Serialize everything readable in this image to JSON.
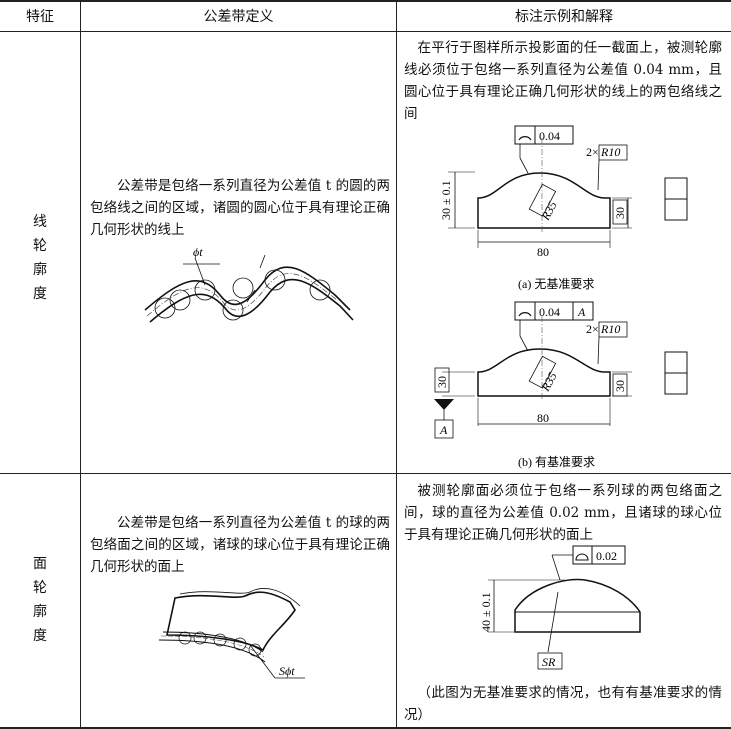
{
  "header": {
    "feature": "特征",
    "definition": "公差带定义",
    "example": "标注示例和解释"
  },
  "rows": [
    {
      "feature_chars": [
        "线",
        "轮",
        "廓",
        "度"
      ],
      "definition": "公差带是包络一系列直径为公差值 t 的圆的两包络线之间的区域，诸圆的圆心位于具有理论正确几何形状的线上",
      "fig_label_phi_t": "ϕt",
      "explanation": "在平行于图样所示投影面的任一截面上，被测轮廓线必须位于包络一系列直径为公差值 0.04 mm，且圆心位于具有理论正确几何形状的线上的两包络线之间",
      "fig_a": {
        "tolerance": "0.04",
        "radius_count": "2×",
        "radius_label": "R10",
        "r35": "R35",
        "height_dim": "30 ± 0.1",
        "right_dim": "30",
        "width_dim": "80",
        "caption": "(a) 无基准要求"
      },
      "fig_b": {
        "tolerance": "0.04",
        "datum": "A",
        "radius_count": "2×",
        "radius_label": "R10",
        "r35": "R35",
        "left_dim": "30",
        "right_dim": "30",
        "width_dim": "80",
        "datum_box": "A",
        "caption": "(b) 有基准要求"
      }
    },
    {
      "feature_chars": [
        "面",
        "轮",
        "廓",
        "度"
      ],
      "definition": "公差带是包络一系列直径为公差值 t 的球的两包络面之间的区域，诸球的球心位于具有理论正确几何形状的面上",
      "fig_label_s_phi_t": "Sϕt",
      "explanation": "被测轮廓面必须位于包络一系列球的两包络面之间，球的直径为公差值 0.02 mm，且诸球的球心位于具有理论正确几何形状的面上",
      "fig_c": {
        "tolerance": "0.02",
        "height_dim": "40 ± 0.1",
        "sr_label": "SR"
      },
      "note": "（此图为无基准要求的情况，也有有基准要求的情况）"
    }
  ]
}
